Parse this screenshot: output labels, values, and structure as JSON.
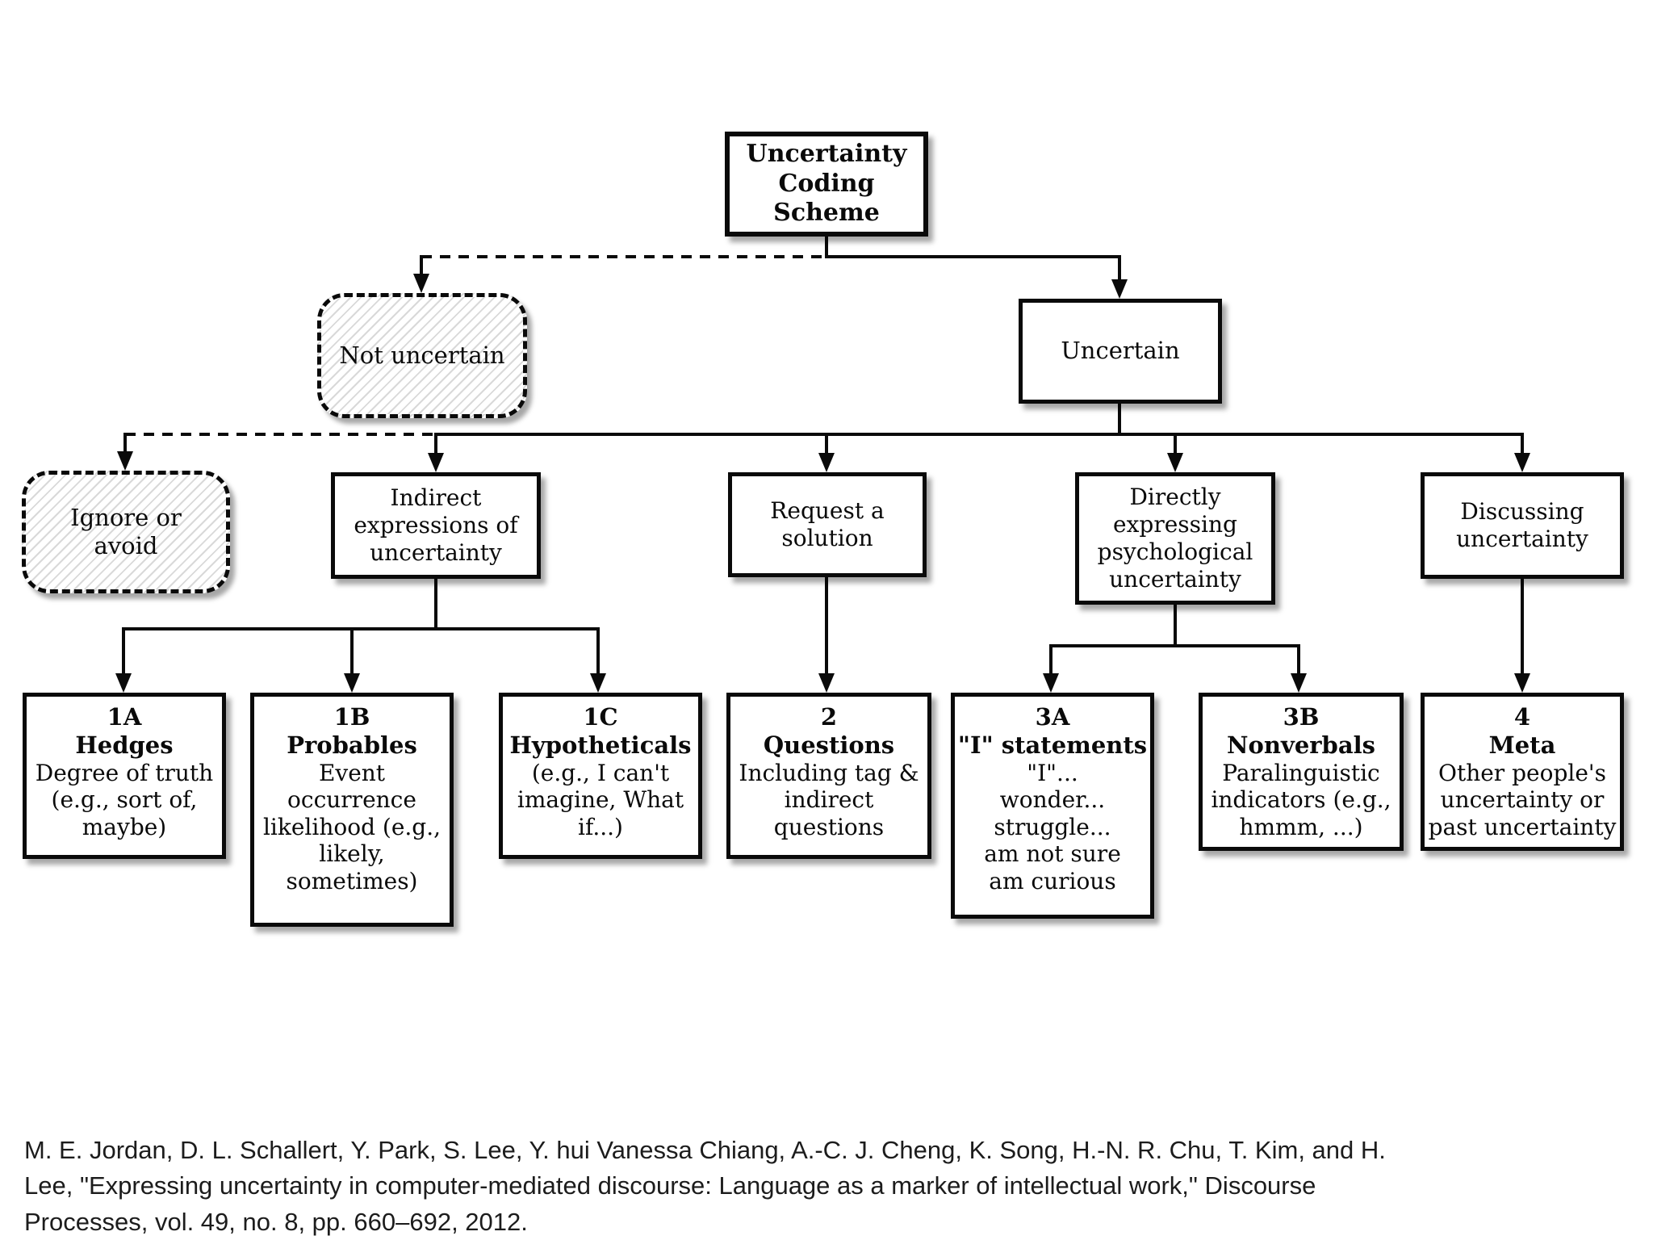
{
  "diagram": {
    "root_label": "Uncertainty\nCoding\nScheme",
    "branches": {
      "not_uncertain": "Not uncertain",
      "uncertain": "Uncertain",
      "ignore_avoid": "Ignore or\navoid",
      "indirect": "Indirect\nexpressions of\nuncertainty",
      "request": "Request a\nsolution",
      "directly": "Directly\nexpressing\npsychological\nuncertainty",
      "discussing": "Discussing\nuncertainty"
    },
    "leaves": {
      "n1a": {
        "head": "1A\nHedges",
        "body": "Degree of truth\n(e.g., sort of,\nmaybe)"
      },
      "n1b": {
        "head": "1B\nProbables",
        "body": "Event\noccurrence\nlikelihood (e.g.,\nlikely,\nsometimes)"
      },
      "n1c": {
        "head": "1C\nHypotheticals",
        "body": "(e.g., I can't\nimagine, What\nif...)"
      },
      "n2": {
        "head": "2\nQuestions",
        "body": "Including tag &\nindirect\nquestions"
      },
      "n3a": {
        "head": "3A\n\"I\" statements",
        "body": "\"I\"...\nwonder...\nstruggle...\nam not sure\nam curious"
      },
      "n3b": {
        "head": "3B\nNonverbals",
        "body": "Paralinguistic\nindicators (e.g.,\nhmmm, ...)"
      },
      "n4": {
        "head": "4\nMeta",
        "body": "Other people's\nuncertainty or\npast uncertainty"
      }
    },
    "colors": {
      "ink": "#0a0a0a",
      "background": "#ffffff",
      "hatch": "#d9d9d9"
    }
  },
  "citation": {
    "text": "M. E. Jordan, D. L. Schallert, Y. Park, S. Lee, Y. hui Vanessa Chiang, A.-C. J. Cheng, K. Song, H.-N. R. Chu, T. Kim, and H.\nLee, \"Expressing uncertainty in computer-mediated discourse: Language as a marker of intellectual work,\" Discourse\nProcesses, vol. 49, no. 8, pp. 660–692, 2012."
  }
}
